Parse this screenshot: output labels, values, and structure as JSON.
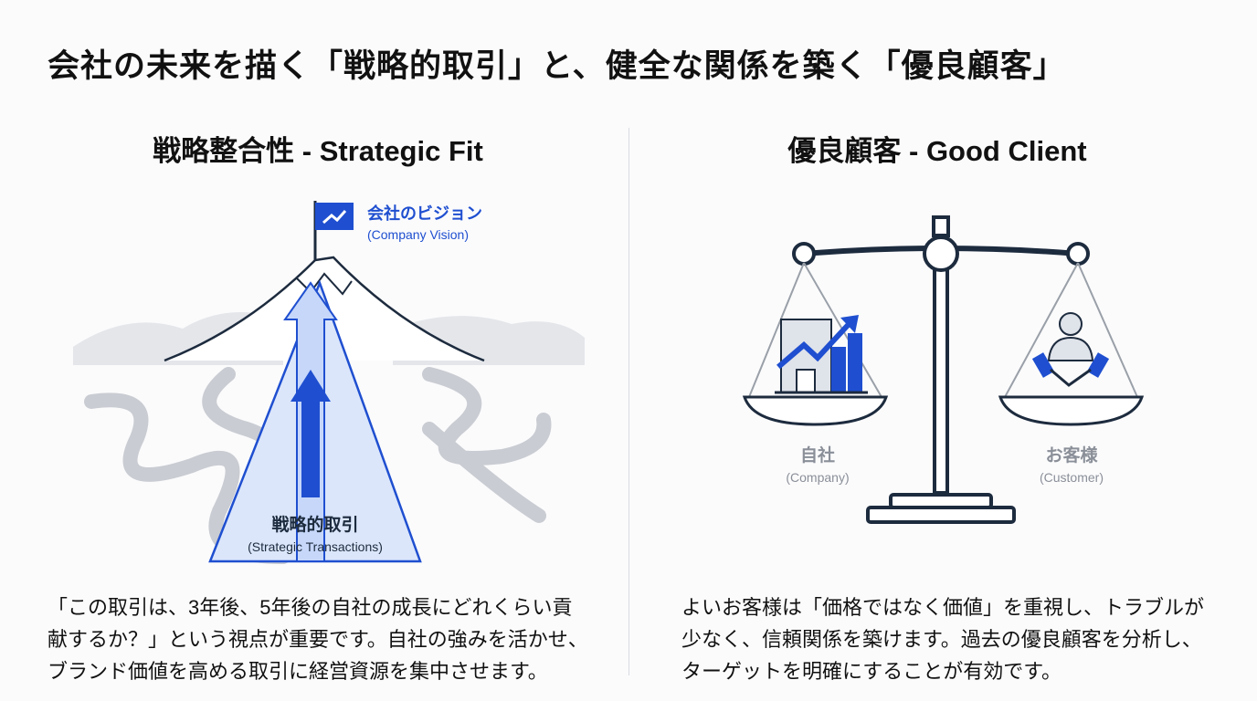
{
  "title": "会社の未来を描く「戦略的取引」と、健全な関係を築く「優良顧客」",
  "left": {
    "heading": "戦略整合性 - Strategic Fit",
    "vision_label": "会社のビジョン",
    "vision_sub": "(Company Vision)",
    "arrow_label": "戦略的取引",
    "arrow_sub": "(Strategic Transactions)",
    "body_lines": [
      "「この取引は、3年後、5年後の自社の成長にどれくらい貢",
      "献するか？」という視点が重要です。自社の強みを活かせ、",
      "ブランド価値を高める取引に経営資源を集中させます。"
    ]
  },
  "right": {
    "heading": "優良顧客 - Good Client",
    "company_label": "自社",
    "company_sub": "(Company)",
    "customer_label": "お客様",
    "customer_sub": "(Customer)",
    "body_lines": [
      "よいお客様は「価格ではなく価値」を重視し、トラブルが",
      "少なく、信頼関係を築けます。過去の優良顧客を分析し、",
      "ターゲットを明確にすることが有効です。"
    ]
  },
  "colors": {
    "accent": "#1f4fd0",
    "navy": "#1d2b3e",
    "muted": "#8a8f98"
  }
}
